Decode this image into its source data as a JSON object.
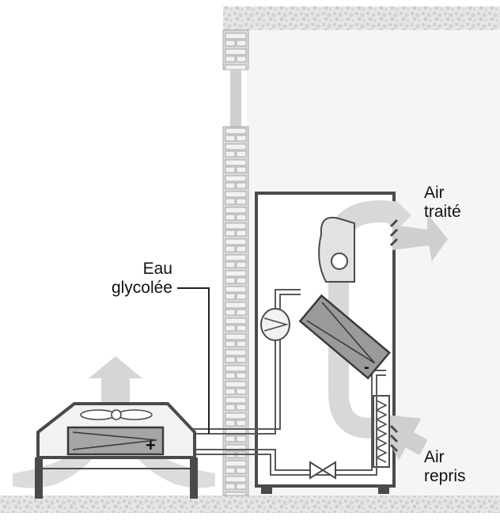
{
  "labels": {
    "water_line1": "Eau",
    "water_line2": "glycolée",
    "supply_line1": "Air",
    "supply_line2": "traité",
    "return_line1": "Air",
    "return_line2": "repris"
  },
  "symbols": {
    "condenser_sign": "+",
    "evaporator_sign": "-"
  },
  "colors": {
    "line": "#4a4a4a",
    "fill_light": "#f2f2f2",
    "arrow": "#d6d6d6",
    "coil": "#9a9a9a"
  }
}
